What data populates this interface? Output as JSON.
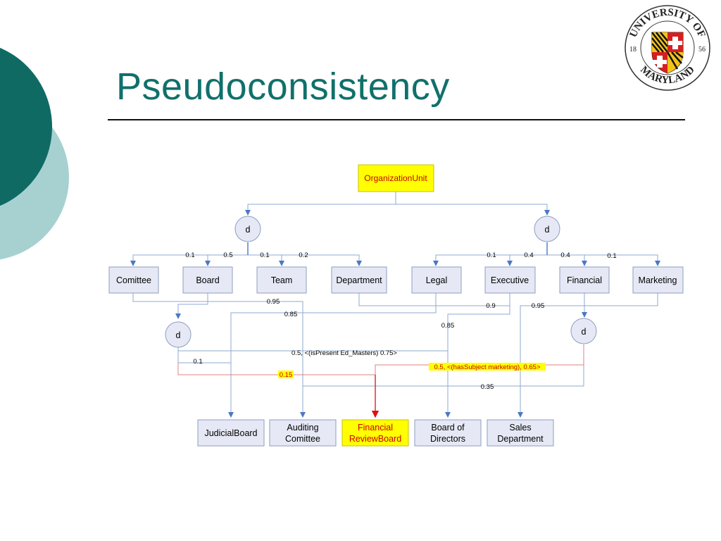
{
  "slide": {
    "title": "Pseudoconsistency"
  },
  "logo": {
    "text_top": "UNIVERSITY OF",
    "text_bottom": "MARYLAND",
    "year_left": "18",
    "year_right": "56"
  },
  "root": {
    "label": "OrganizationUnit",
    "highlight": "#ffff00",
    "text_color": "#cc0000"
  },
  "decision_label": "d",
  "level1": [
    "Comittee",
    "Board",
    "Team",
    "Department",
    "Legal",
    "Executive",
    "Financial",
    "Marketing"
  ],
  "targets": [
    {
      "line1": "JudicialBoard",
      "line2": ""
    },
    {
      "line1": "Auditing",
      "line2": "Comittee"
    },
    {
      "line1": "Financial",
      "line2": "ReviewBoard"
    },
    {
      "line1": "Board of",
      "line2": "Directors"
    },
    {
      "line1": "Sales",
      "line2": "Department"
    }
  ],
  "edge_labels": {
    "board_p": "0.1",
    "team_p": "0.5",
    "team_p2": "0.1",
    "dept_p": "0.2",
    "exec_p": "0.1",
    "exec_p2": "0.4",
    "fin_p": "0.4",
    "mkt_p": "0.1",
    "l_095": "0.95",
    "l_085a": "0.85",
    "l_09": "0.9",
    "l_095b": "0.95",
    "l_085b": "0.85",
    "ispresent": "0.5, <(isPresent Ed_Masters) 0.75>",
    "l_01": "0.1",
    "l_015": "0.15",
    "hassubject": "0.5, <(hasSubject marketing), 0.65>",
    "l_035": "0.35"
  },
  "colors": {
    "title": "#11706b",
    "node_fill": "#e6e9f5",
    "node_border": "#8d9dc0",
    "edge": "#8fa9d0",
    "highlight_edge": "#e08080",
    "arrow": "#4a78c4",
    "red_arrow": "#dd1111"
  }
}
